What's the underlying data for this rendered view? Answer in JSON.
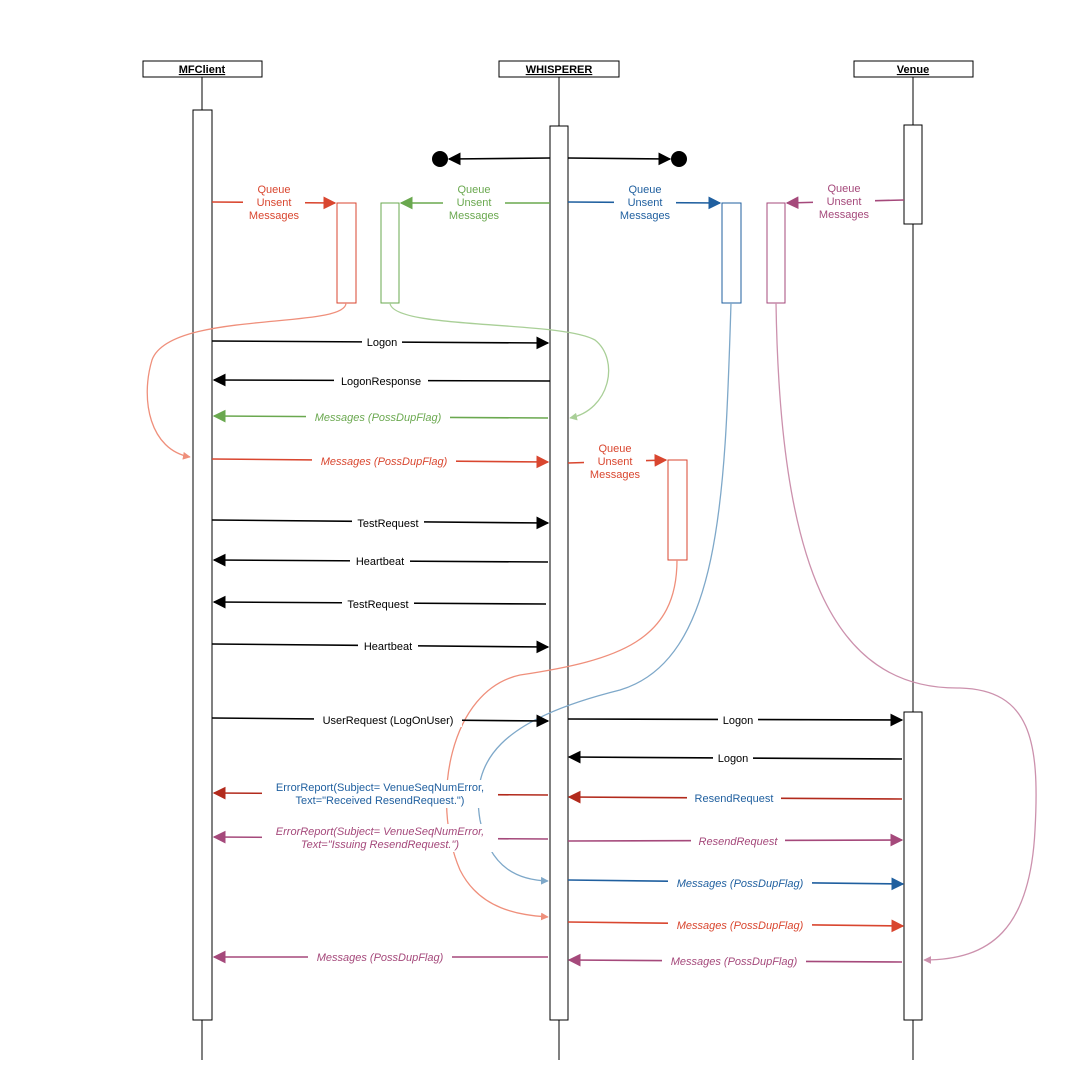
{
  "colors": {
    "black": "#000000",
    "red": "#d9462f",
    "red_light": "#ef8f7b",
    "darkred": "#b22a1c",
    "green": "#6aa84f",
    "green_light": "#a9cf97",
    "blue": "#1f5f9f",
    "blue_light": "#7ea8c9",
    "purple": "#a5497b",
    "purple_light": "#cc91ad"
  },
  "actors": {
    "mfclient": "MFClient",
    "whisperer": "WHISPERER",
    "venue": "Venue"
  },
  "queue_notes": {
    "mfclient": [
      "Queue",
      "Unsent",
      "Messages"
    ],
    "whisperer_to_client": [
      "Queue",
      "Unsent",
      "Messages"
    ],
    "whisperer_to_venue": [
      "Queue",
      "Unsent",
      "Messages"
    ],
    "venue": [
      "Queue",
      "Unsent",
      "Messages"
    ],
    "whisperer_second": [
      "Queue",
      "Unsent",
      "Messages"
    ]
  },
  "messages": {
    "logon": "Logon",
    "logon_response": "LogonResponse",
    "green_msgs": "Messages (PossDupFlag)",
    "red_msgs": "Messages (PossDupFlag)",
    "testrequest1": "TestRequest",
    "heartbeat1": "Heartbeat",
    "testrequest2": "TestRequest",
    "heartbeat2": "Heartbeat",
    "user_request": "UserRequest (LogOnUser)",
    "logon_to_venue": "Logon",
    "logon_from_venue": "Logon",
    "error_report_1": [
      "ErrorReport(Subject= VenueSeqNumError,",
      "Text=\"Received ResendRequest.\")"
    ],
    "resend_request_1": "ResendRequest",
    "error_report_2": [
      "ErrorReport(Subject= VenueSeqNumError,",
      "Text=\"Issuing ResendRequest.\")"
    ],
    "resend_request_2": "ResendRequest",
    "blue_msgs_to_venue": "Messages (PossDupFlag)",
    "red_msgs_to_venue": "Messages (PossDupFlag)",
    "purple_msgs_to_client": "Messages (PossDupFlag)",
    "purple_msgs_from_venue": "Messages (PossDupFlag)"
  }
}
